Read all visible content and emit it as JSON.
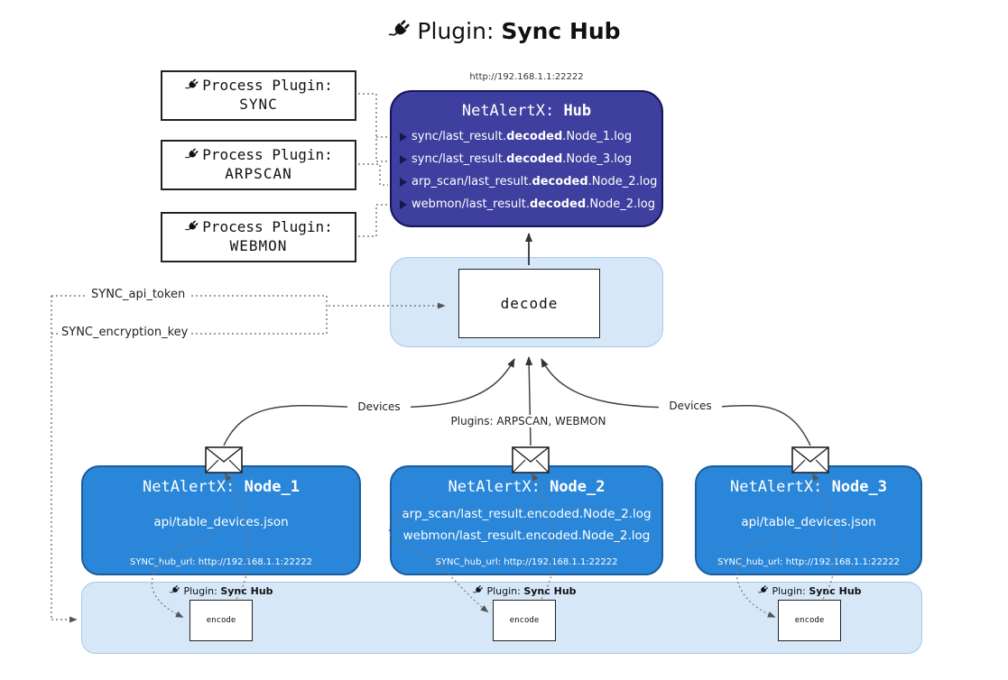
{
  "title": {
    "prefix": "Plugin: ",
    "name": "Sync Hub"
  },
  "process_plugins": [
    {
      "label": "Process Plugin:",
      "name": "SYNC"
    },
    {
      "label": "Process Plugin:",
      "name": "ARPSCAN"
    },
    {
      "label": "Process Plugin:",
      "name": "WEBMON"
    }
  ],
  "hub": {
    "url": "http://192.168.1.1:22222",
    "title_prefix": "NetAlertX: ",
    "title_name": "Hub",
    "lines": [
      {
        "pre": "sync/last_result.",
        "bold": "decoded",
        "post": ".Node_1.log"
      },
      {
        "pre": "sync/last_result.",
        "bold": "decoded",
        "post": ".Node_3.log"
      },
      {
        "pre": "arp_scan/last_result.",
        "bold": "decoded",
        "post": ".Node_2.log"
      },
      {
        "pre": "webmon/last_result.",
        "bold": "decoded",
        "post": ".Node_2.log"
      }
    ]
  },
  "decode": {
    "label": "decode"
  },
  "keys": {
    "api_token": "SYNC_api_token",
    "encryption_key": "SYNC_encryption_key"
  },
  "flow_labels": {
    "left": "Devices",
    "middle": "Plugins: ARPSCAN, WEBMON",
    "right": "Devices"
  },
  "nodes": [
    {
      "title_prefix": "NetAlertX: ",
      "name": "Node_1",
      "lines": [
        "api/table_devices.json"
      ],
      "hub_url": "SYNC_hub_url: http://192.168.1.1:22222"
    },
    {
      "title_prefix": "NetAlertX: ",
      "name": "Node_2",
      "lines": [
        "arp_scan/last_result.encoded.Node_2.log",
        "webmon/last_result.encoded.Node_2.log"
      ],
      "hub_url": "SYNC_hub_url: http://192.168.1.1:22222"
    },
    {
      "title_prefix": "NetAlertX: ",
      "name": "Node_3",
      "lines": [
        "api/table_devices.json"
      ],
      "hub_url": "SYNC_hub_url: http://192.168.1.1:22222"
    }
  ],
  "sync_plugin": {
    "label_prefix": "Plugin: ",
    "label_name": "Sync Hub",
    "encode_label": "encode"
  },
  "colors": {
    "hub_fill": "#3f3f9f",
    "node_fill": "#2a86d8",
    "container_fill": "#d6e8f8",
    "node_border": "#1a5c9e",
    "hub_border": "#15155a"
  }
}
